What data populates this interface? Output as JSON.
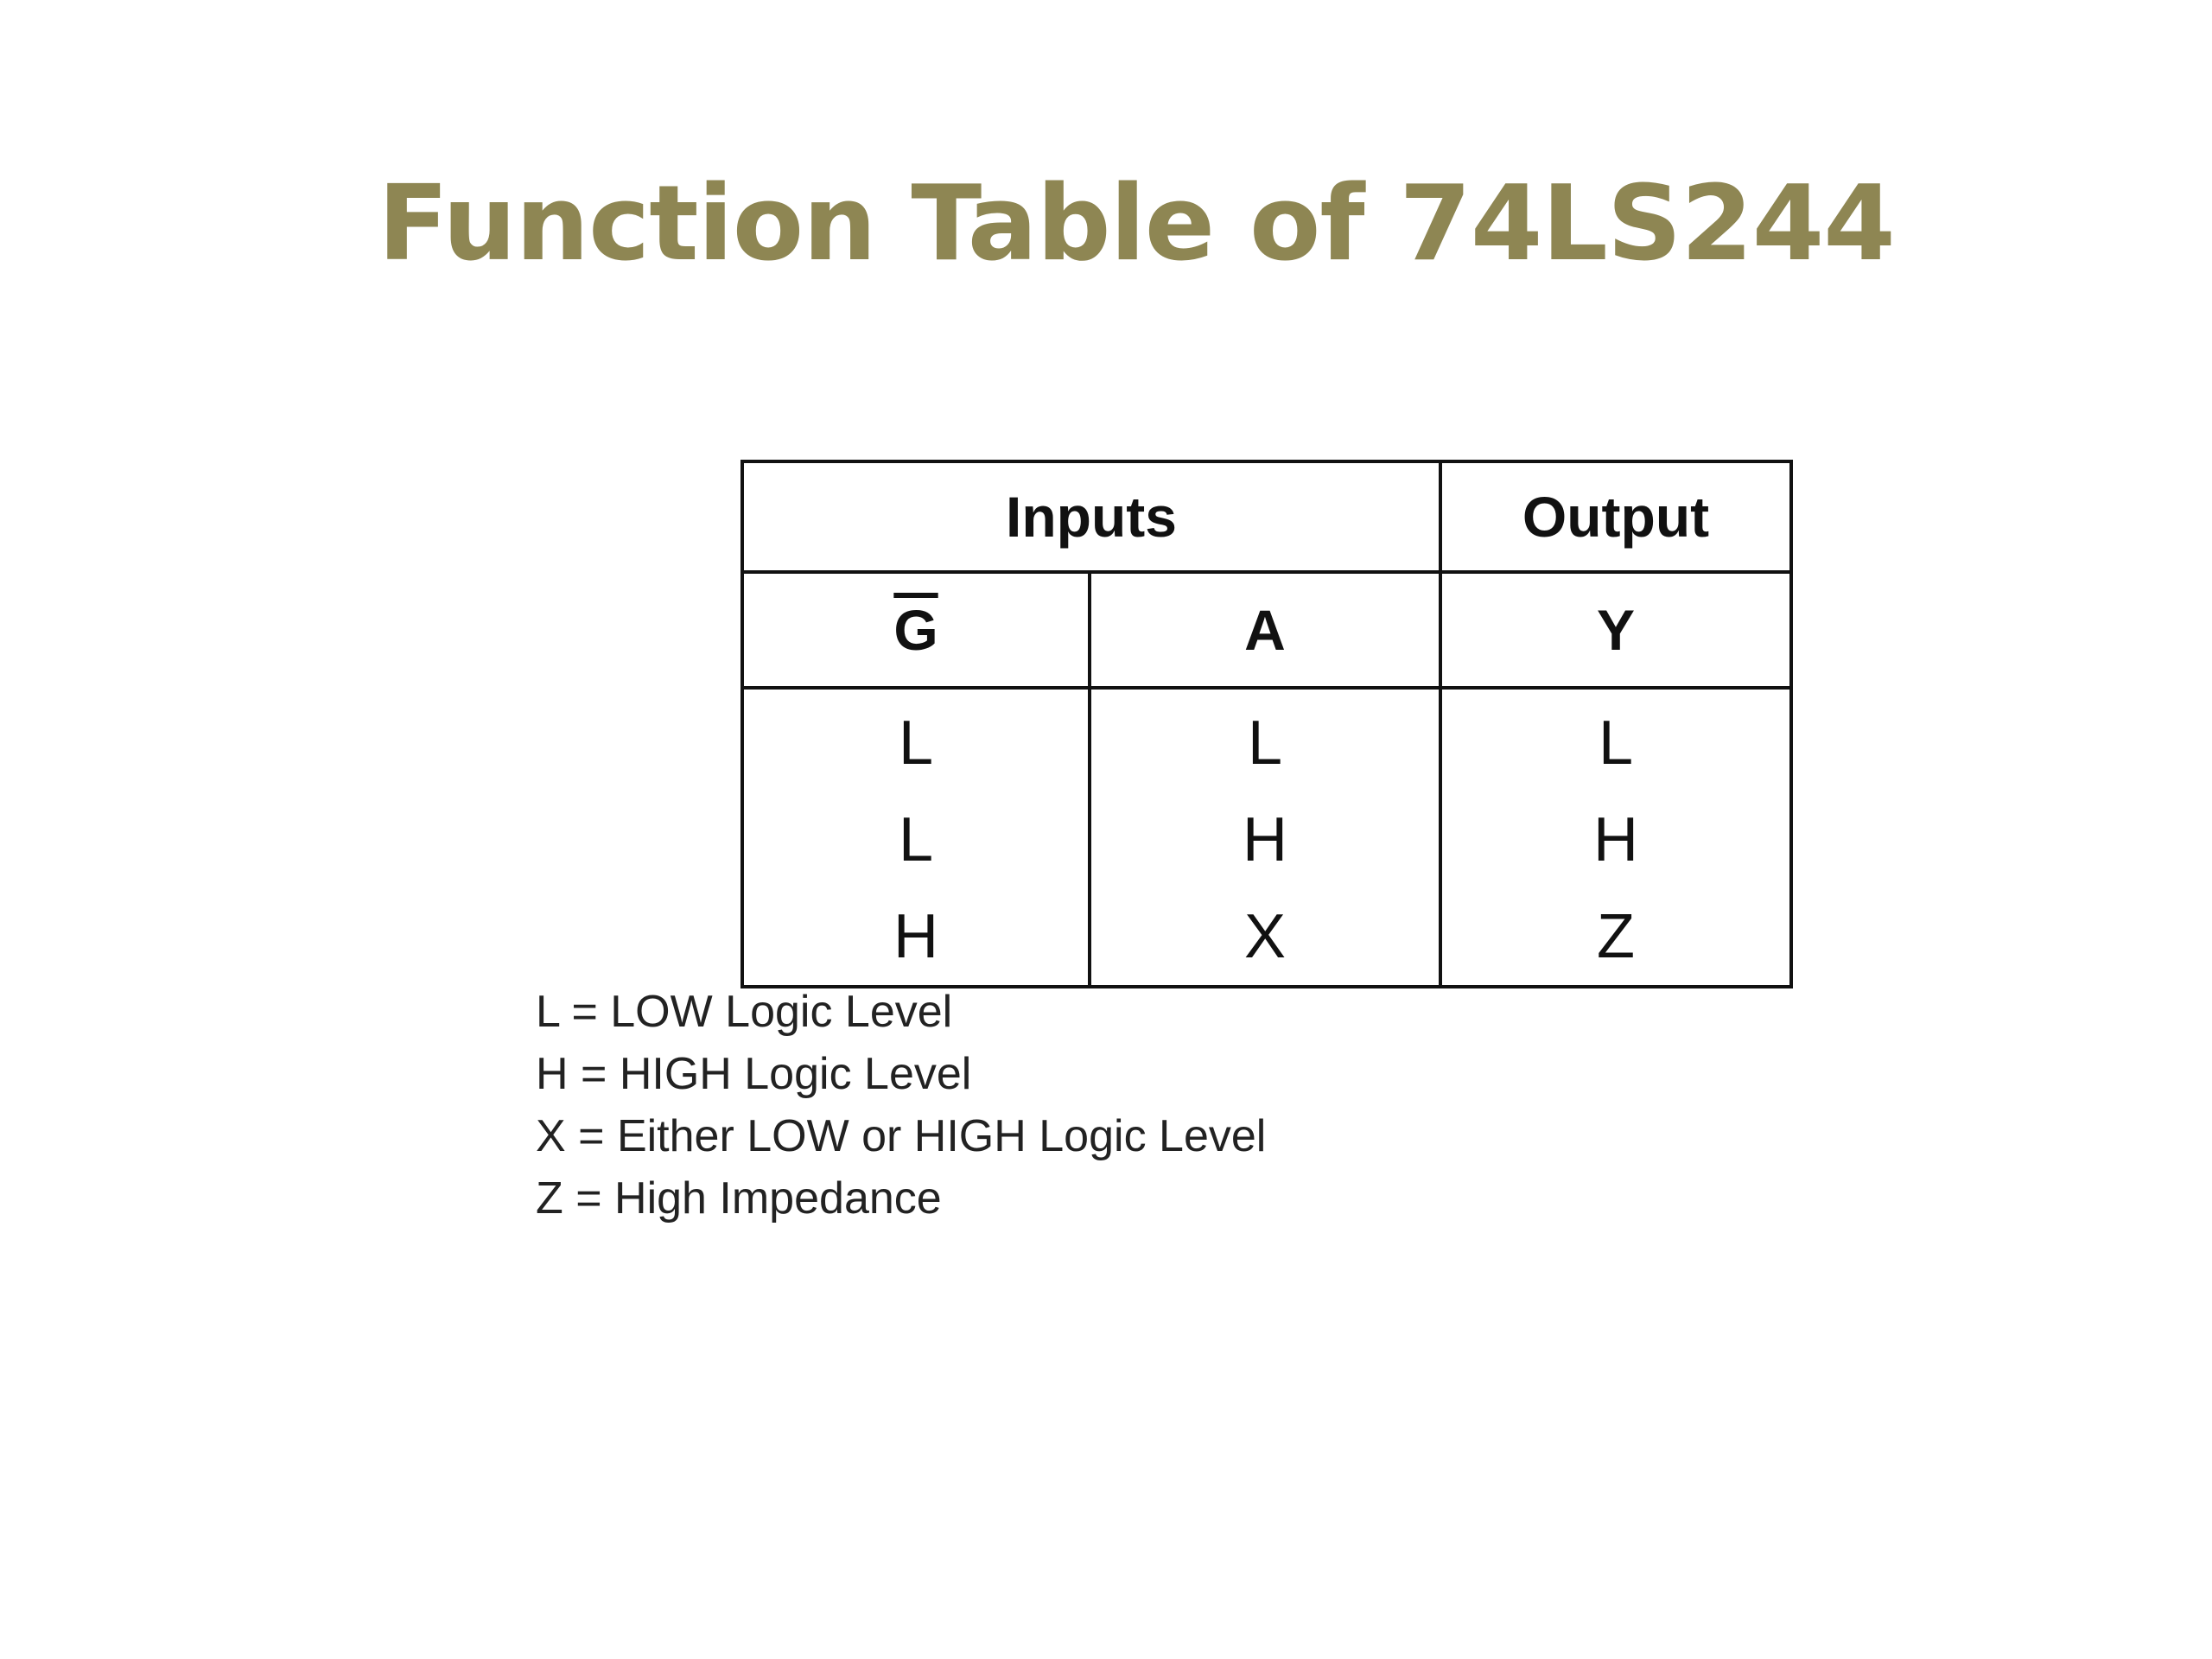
{
  "title": "Function Table of 74LS244",
  "table": {
    "group_headers": {
      "inputs": "Inputs",
      "output": "Output"
    },
    "column_headers": {
      "g": "G",
      "a": "A",
      "y": "Y"
    },
    "rows": [
      {
        "g": "L",
        "a": "L",
        "y": "L"
      },
      {
        "g": "L",
        "a": "H",
        "y": "H"
      },
      {
        "g": "H",
        "a": "X",
        "y": "Z"
      }
    ]
  },
  "legend": [
    "L = LOW Logic Level",
    "H = HIGH Logic Level",
    "X = Either LOW or HIGH Logic Level",
    "Z = High Impedance"
  ],
  "colors": {
    "title": "#8e8653",
    "text": "#111111"
  }
}
